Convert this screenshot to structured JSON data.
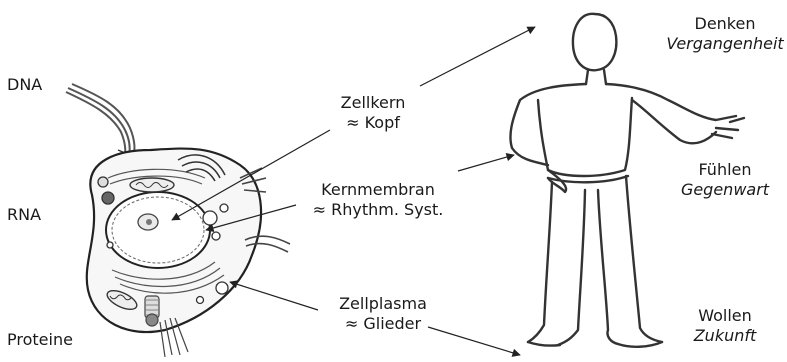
{
  "left_labels": {
    "dna": "DNA",
    "rna": "RNA",
    "proteine": "Proteine"
  },
  "center": {
    "zellkern": {
      "line1": "Zellkern",
      "line2": "≈ Kopf"
    },
    "kernmembran": {
      "line1": "Kernmembran",
      "line2": "≈ Rhythm. Syst."
    },
    "zellplasma": {
      "line1": "Zellplasma",
      "line2": "≈ Glieder"
    }
  },
  "right": {
    "denken": {
      "line1": "Denken",
      "line2": "Vergangenheit"
    },
    "fuehlen": {
      "line1": "Fühlen",
      "line2": "Gegenwart"
    },
    "wollen": {
      "line1": "Wollen",
      "line2": "Zukunft"
    }
  }
}
